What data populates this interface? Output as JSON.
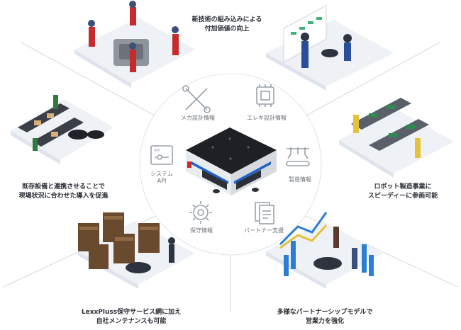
{
  "captions": {
    "top": [
      "新技術の組み込みによる",
      "付加価値の向上"
    ],
    "left": [
      "既存設備と連携させることで",
      "現場状況に合わせた導入を促進"
    ],
    "right": [
      "ロボット製造事業に",
      "スピーディーに参画可能"
    ],
    "bottom_left": [
      "LexxPluss保守サービス網に加え",
      "自社メンテナンスも可能"
    ],
    "bottom_right": [
      "多様なパートナーシップモデルで",
      "営業力を強化"
    ]
  },
  "info_items": {
    "mech": "メカ設計情報",
    "elec": "エレキ設計情報",
    "system": [
      "システム",
      "API"
    ],
    "manufacturing": "製造情報",
    "maintenance": "保守情報",
    "partner": "パートナー支援"
  },
  "icons": {
    "mech": "tools-icon",
    "elec": "chip-icon",
    "system": "api-panel-icon",
    "manufacturing": "robot-arms-icon",
    "maintenance": "gear-icon",
    "partner": "documents-icon"
  },
  "api_badge": "API",
  "colors": {
    "accent": "#1f63c6",
    "tile": "#eef1f6",
    "line": "#c9ced6",
    "icon": "#9aa1aa"
  }
}
